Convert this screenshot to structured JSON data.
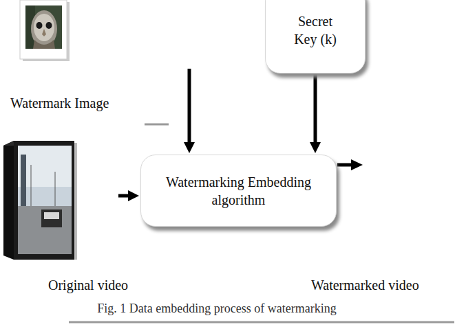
{
  "diagram": {
    "caption": "Fig. 1 Data embedding process of watermarking",
    "nodes": [
      {
        "text": [
          "Watermark Image"
        ]
      },
      {
        "text": [
          "Secret Key (k)"
        ]
      },
      {
        "text": [
          "Original video"
        ]
      },
      {
        "text": [
          "Watermarking Embedding algorithm"
        ]
      }
    ],
    "edges": [
      {
        "from": 0,
        "to": 3,
        "arrow": "to"
      },
      {
        "from": 1,
        "to": 3,
        "arrow": "to"
      },
      {
        "from": 2,
        "to": 3,
        "arrow": "to"
      }
    ],
    "labels": [
      "Watermarked video"
    ]
  }
}
